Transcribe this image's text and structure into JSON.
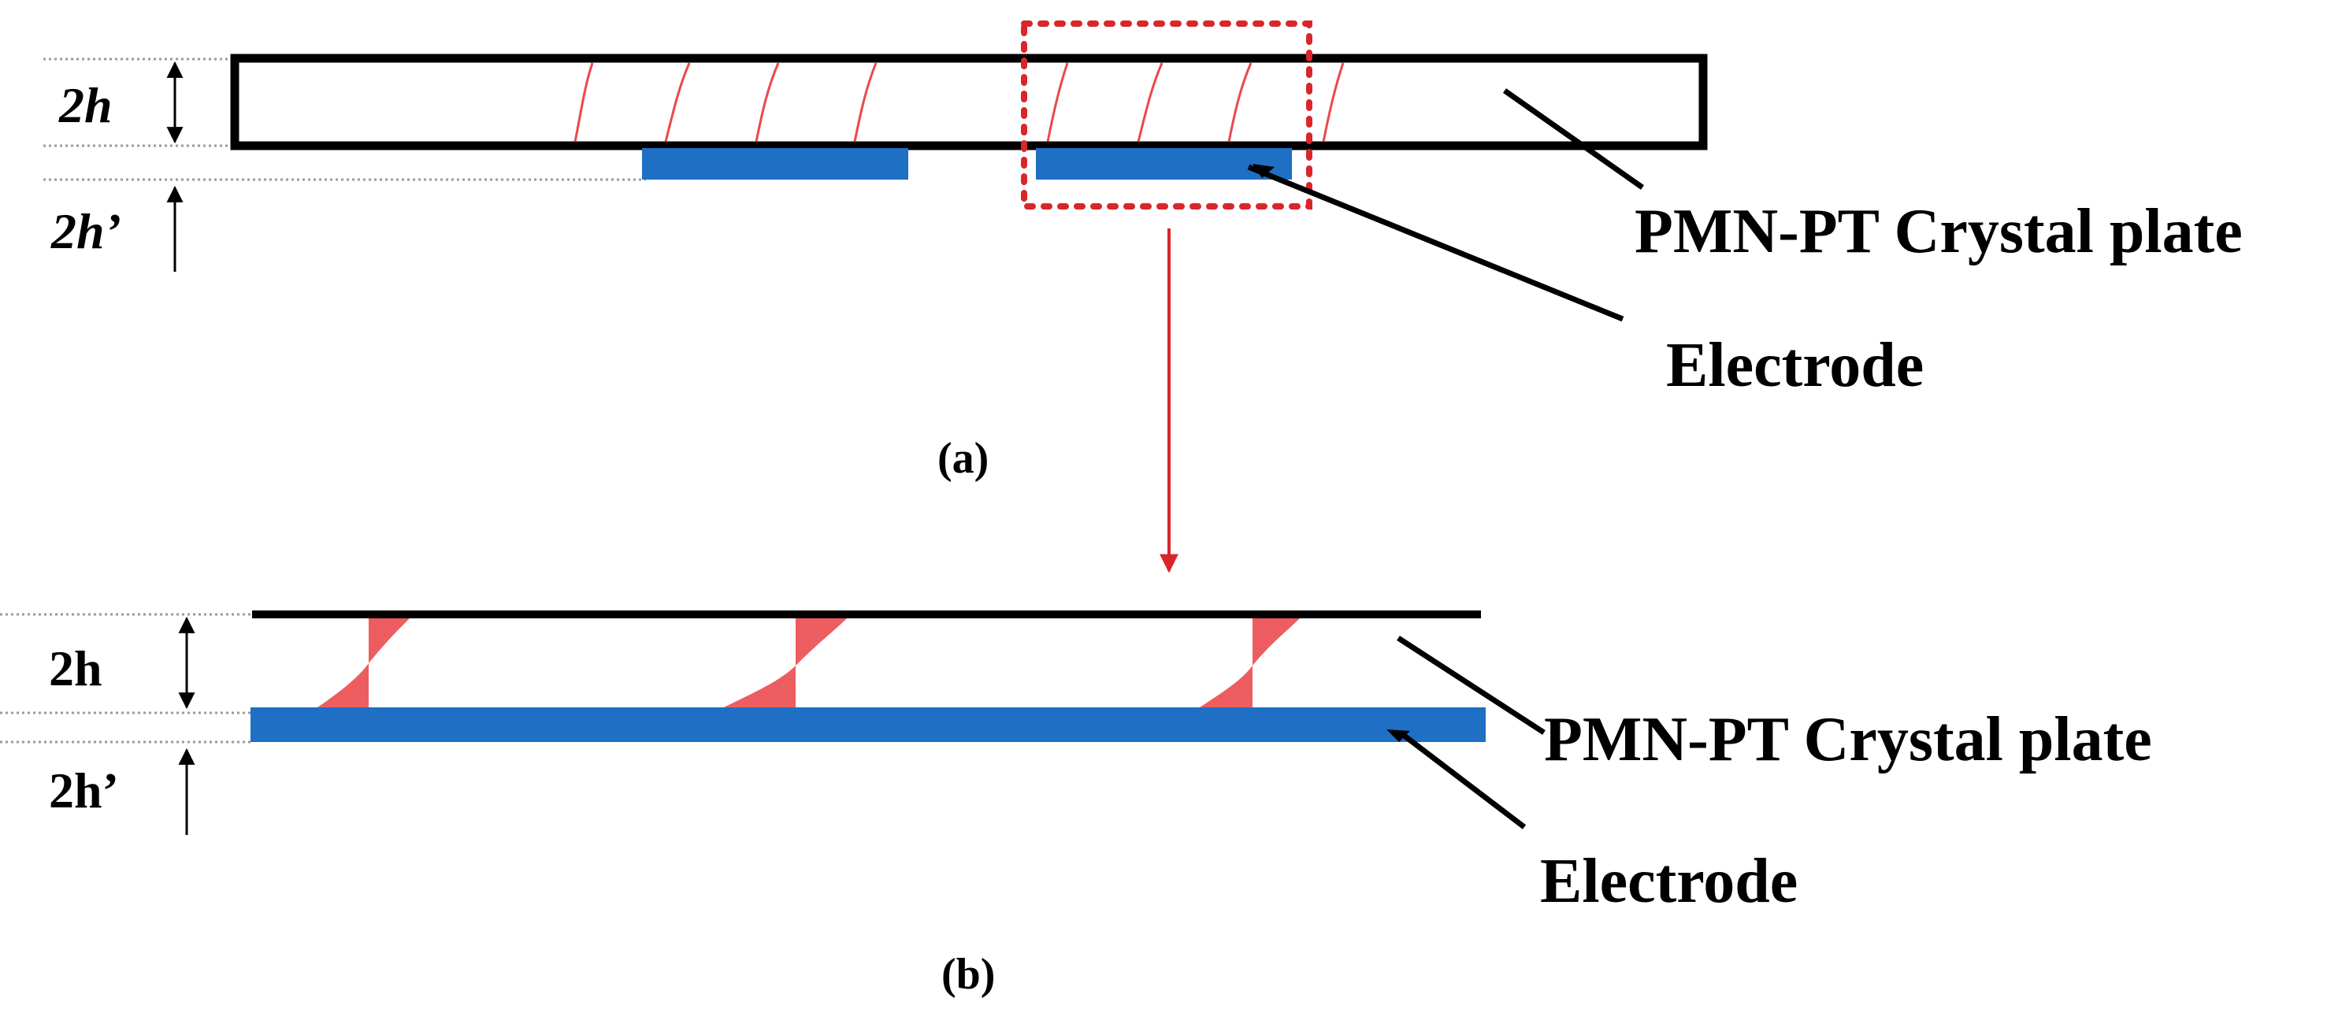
{
  "panel_a": {
    "dim_top": "2h",
    "dim_bottom": "2h’",
    "plate_label": "PMN-PT Crystal plate",
    "electrode_label": "Electrode",
    "caption": "(a)"
  },
  "panel_b": {
    "dim_top": "2h",
    "dim_bottom": "2h’",
    "plate_label": "PMN-PT Crystal plate",
    "electrode_label": "Electrode",
    "caption": "(b)"
  },
  "colors": {
    "plate_outline": "#000000",
    "electrode": "#1f6fc5",
    "wave": "#e8282c",
    "zoom_box": "#d9262b"
  }
}
